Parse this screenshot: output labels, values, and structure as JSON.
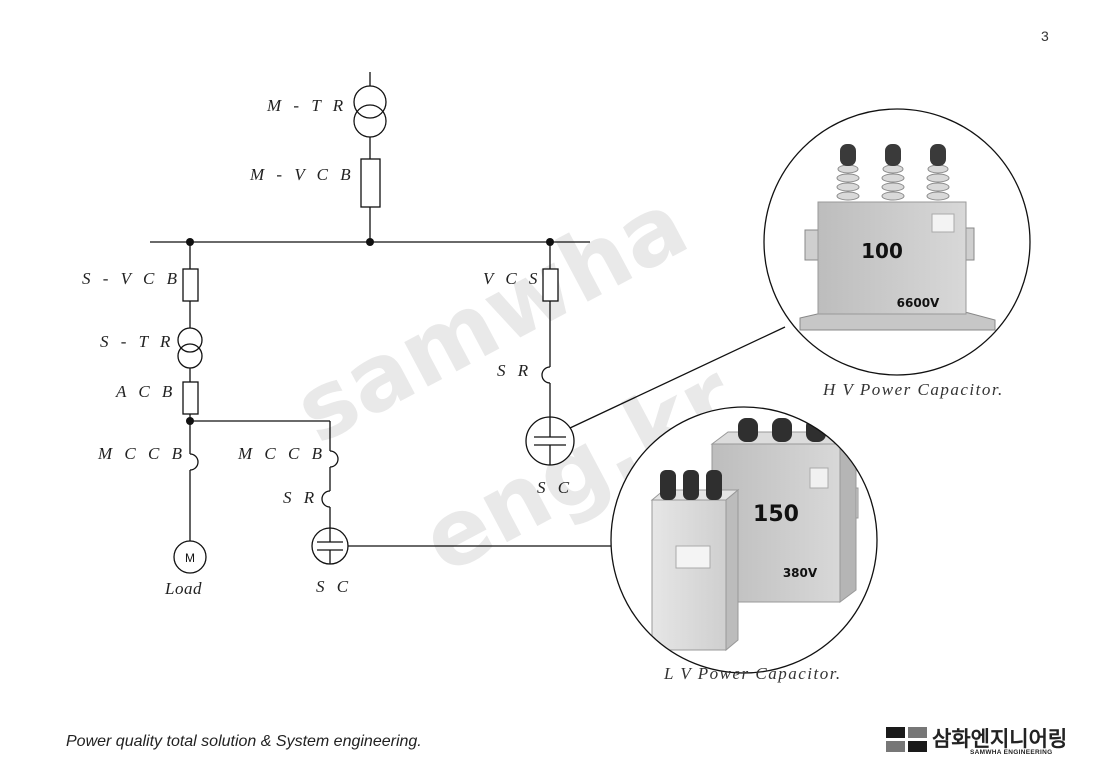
{
  "page_number": "3",
  "watermark": {
    "line1": "samwha",
    "line2": "eng.kr"
  },
  "labels": {
    "m_tr": "M - T R",
    "m_vcb": "M - V C B",
    "s_vcb": "S - V C B",
    "s_tr": "S - T R",
    "acb": "A C B",
    "mccb_1": "M C C B",
    "mccb_2": "M C C B",
    "sr_lv": "S R",
    "sc_lv": "S C",
    "vcs": "V C S",
    "sr_hv": "S R",
    "sc_hv": "S C",
    "motor": "M",
    "load": "Load"
  },
  "photos": {
    "hv": {
      "caption": "H V  Power  Capacitor.",
      "rating": "100",
      "voltage": "6600V"
    },
    "lv": {
      "caption": "L V  Power  Capacitor.",
      "rating": "150",
      "voltage": "380V"
    }
  },
  "footer": {
    "tagline": "Power quality total solution & System engineering.",
    "logo_korean": "삼화엔지니어링",
    "logo_english": "SAMWHA ENGINEERING"
  }
}
